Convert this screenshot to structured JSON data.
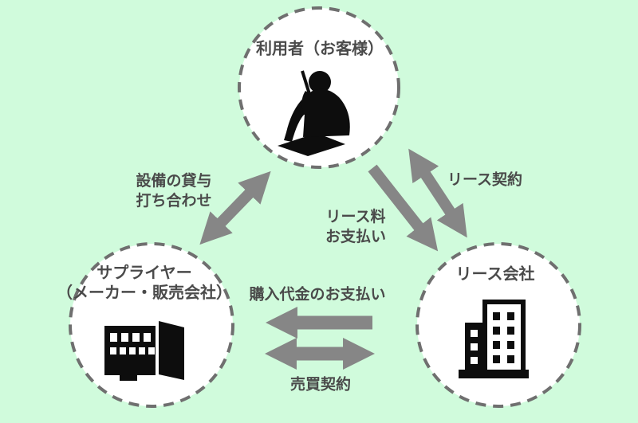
{
  "colors": {
    "background": "#d0fbdc",
    "arrow": "#868686",
    "node_border": "#6f6f6f",
    "node_fill": "#ffffff",
    "text": "#4a4a4a",
    "icon": "#0d0d0d"
  },
  "nodes": {
    "user": {
      "label": "利用者（お客様）",
      "icon": "person-thinking-icon"
    },
    "supplier": {
      "label_line1": "サプライヤー",
      "label_line2": "（メーカー・販売会社）",
      "icon": "factory-building-icon"
    },
    "lease_company": {
      "label": "リース会社",
      "icon": "office-building-icon"
    }
  },
  "edges": {
    "supplier_user": {
      "label_line1": "設備の貸与",
      "label_line2": "打ち合わせ",
      "direction": "bidirectional",
      "between": [
        "supplier",
        "user"
      ]
    },
    "lease_contract": {
      "label": "リース契約",
      "direction": "bidirectional",
      "between": [
        "user",
        "lease_company"
      ]
    },
    "lease_fee": {
      "label_line1": "リース料",
      "label_line2": "お支払い",
      "direction": "user_to_lease_company",
      "between": [
        "user",
        "lease_company"
      ]
    },
    "purchase_payment": {
      "label": "購入代金のお支払い",
      "direction": "lease_company_to_supplier",
      "between": [
        "lease_company",
        "supplier"
      ]
    },
    "sales_contract": {
      "label": "売買契約",
      "direction": "bidirectional",
      "between": [
        "supplier",
        "lease_company"
      ]
    }
  }
}
